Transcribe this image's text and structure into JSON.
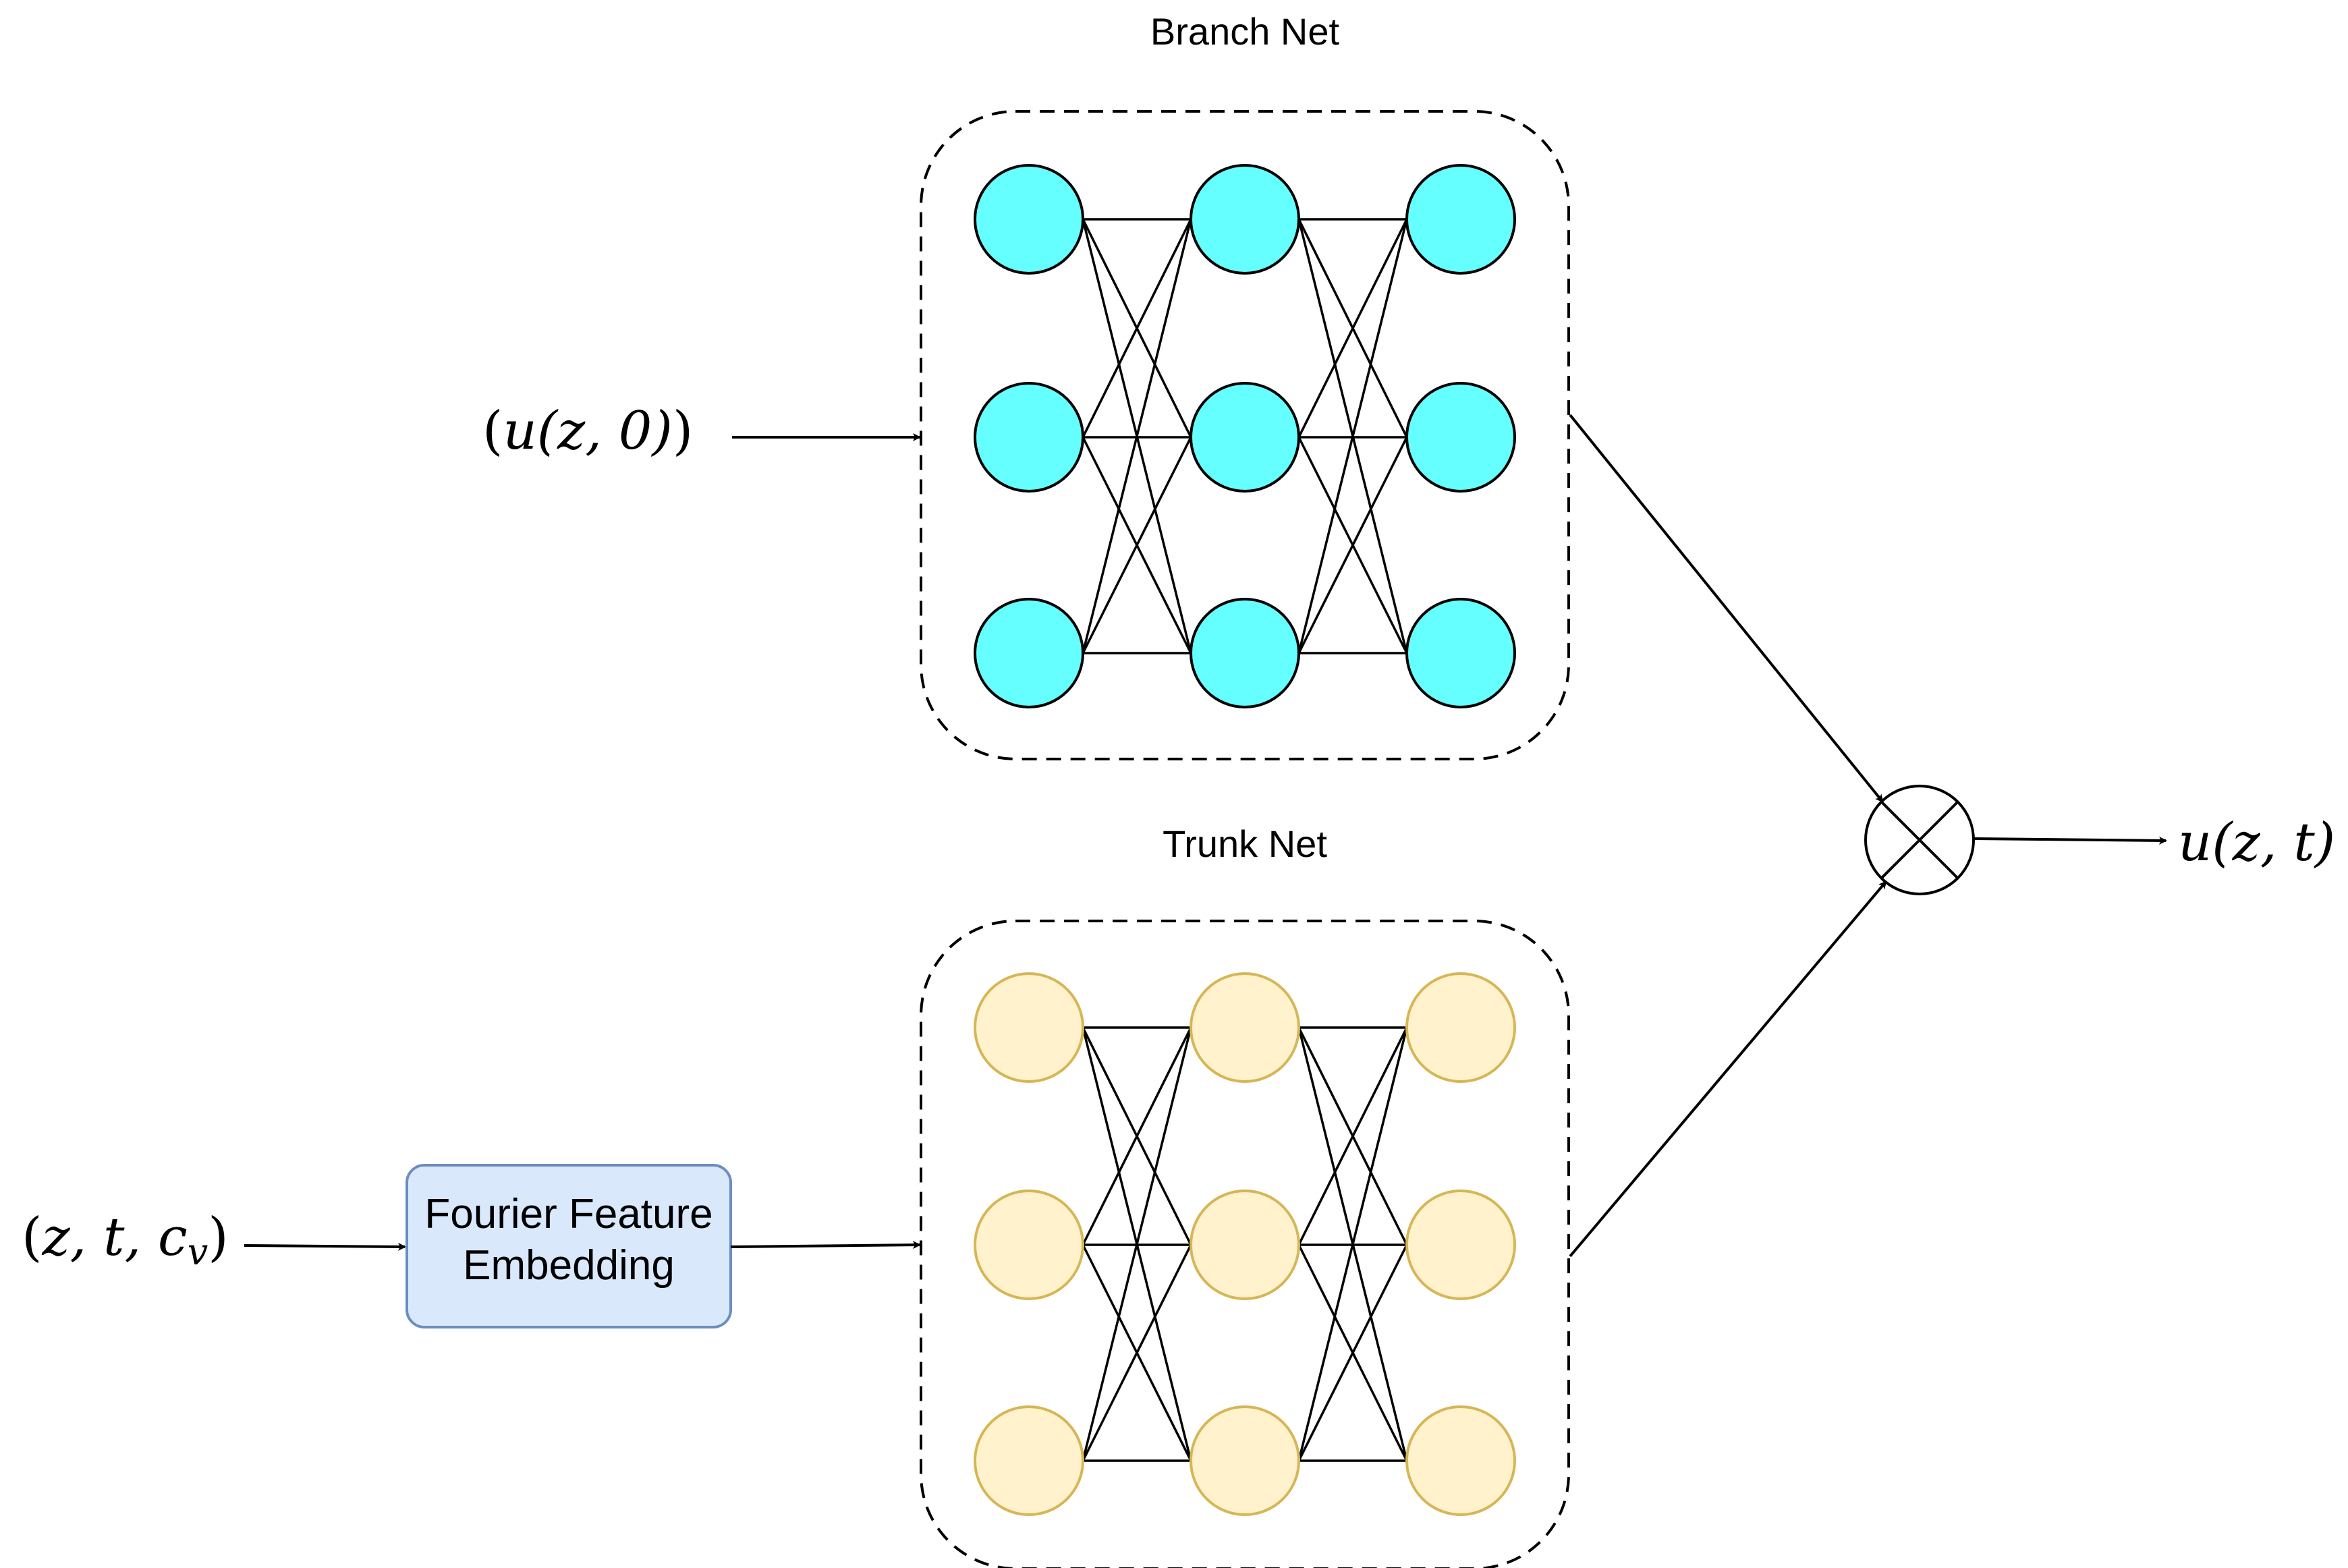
{
  "branch": {
    "title": "Branch Net",
    "input_prefix": "(",
    "input_var": "u",
    "input_args": "(z, 0)",
    "input_suffix": ")",
    "node_fill": "#66ffff",
    "node_stroke": "#000000"
  },
  "trunk": {
    "title": "Trunk Net",
    "input_open": "(",
    "input_vars": "z, t, c",
    "input_sub": "v",
    "input_close": ")",
    "node_fill": "#fff2cc",
    "node_stroke": "#d6b656"
  },
  "embedding": {
    "line1": "Fourier Feature",
    "line2": "Embedding",
    "fill": "#dae8fc",
    "stroke": "#6c8ebf"
  },
  "output": {
    "var": "u",
    "args": "(z, t)"
  },
  "combine_icon": "circled-times-icon",
  "edge_color": "#000000"
}
